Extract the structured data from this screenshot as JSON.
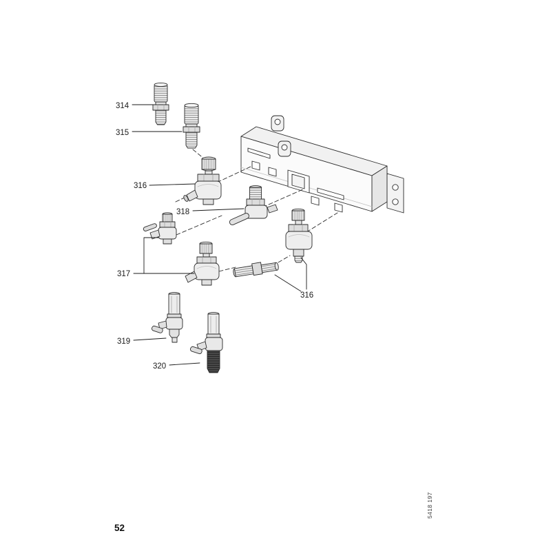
{
  "page": {
    "number": "52",
    "doc_code": "5418 197"
  },
  "diagram": {
    "type": "exploded-parts-diagram",
    "part_labels": [
      "314",
      "315",
      "316",
      "318",
      "317",
      "316",
      "319",
      "320"
    ],
    "colors": {
      "line": "#2a2a2a",
      "paper": "#ffffff",
      "metal_light": "#efefef",
      "metal_mid": "#dcdcdc",
      "dark_thread": "#2e2e2e"
    }
  }
}
